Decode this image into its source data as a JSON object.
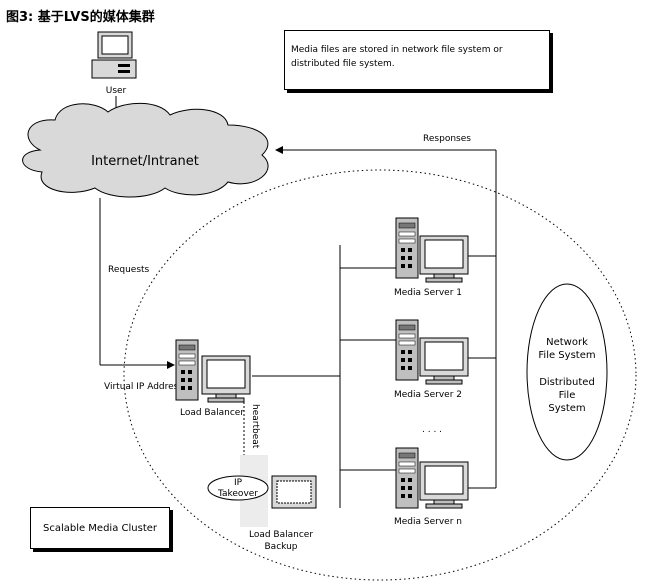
{
  "title": "图3: 基于LVS的媒体集群",
  "note": "Media files are stored in network file system or distributed file system.",
  "labels": {
    "user": "User",
    "internet": "Internet/Intranet",
    "responses": "Responses",
    "requests": "Requests",
    "virtual_ip": "Virtual IP Address",
    "load_balancer": "Load Balancer",
    "heartbeat": "heartbeat",
    "ip_takeover_1": "IP",
    "ip_takeover_2": "Takeover",
    "lb_backup_1": "Load Balancer",
    "lb_backup_2": "Backup",
    "server_1": "Media Server 1",
    "server_2": "Media Server 2",
    "server_dots": ". . . .",
    "server_n": "Media Server n",
    "nfs_1": "Network",
    "nfs_2": "File System",
    "dfs_1": "Distributed",
    "dfs_2": "File",
    "dfs_3": "System",
    "cluster": "Scalable Media Cluster"
  }
}
